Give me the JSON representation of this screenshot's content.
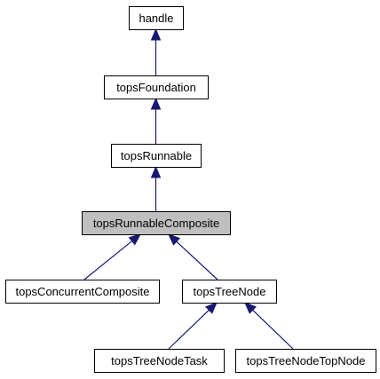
{
  "diagram": {
    "type": "class-inheritance-graph",
    "colors": {
      "edge": "#191970",
      "box_border": "#000000",
      "box_fill": "#ffffff",
      "highlight_fill": "#bfbfbf",
      "text": "#000000"
    },
    "nodes": [
      {
        "id": "handle",
        "label": "handle",
        "highlighted": false
      },
      {
        "id": "topsFoundation",
        "label": "topsFoundation",
        "highlighted": false
      },
      {
        "id": "topsRunnable",
        "label": "topsRunnable",
        "highlighted": false
      },
      {
        "id": "topsRunnableComposite",
        "label": "topsRunnableComposite",
        "highlighted": true
      },
      {
        "id": "topsConcurrentComposite",
        "label": "topsConcurrentComposite",
        "highlighted": false
      },
      {
        "id": "topsTreeNode",
        "label": "topsTreeNode",
        "highlighted": false
      },
      {
        "id": "topsTreeNodeTask",
        "label": "topsTreeNodeTask",
        "highlighted": false
      },
      {
        "id": "topsTreeNodeTopNode",
        "label": "topsTreeNodeTopNode",
        "highlighted": false
      }
    ],
    "edges": [
      {
        "from": "topsFoundation",
        "to": "handle"
      },
      {
        "from": "topsRunnable",
        "to": "topsFoundation"
      },
      {
        "from": "topsRunnableComposite",
        "to": "topsRunnable"
      },
      {
        "from": "topsConcurrentComposite",
        "to": "topsRunnableComposite"
      },
      {
        "from": "topsTreeNode",
        "to": "topsRunnableComposite"
      },
      {
        "from": "topsTreeNodeTask",
        "to": "topsTreeNode"
      },
      {
        "from": "topsTreeNodeTopNode",
        "to": "topsTreeNode"
      }
    ]
  }
}
